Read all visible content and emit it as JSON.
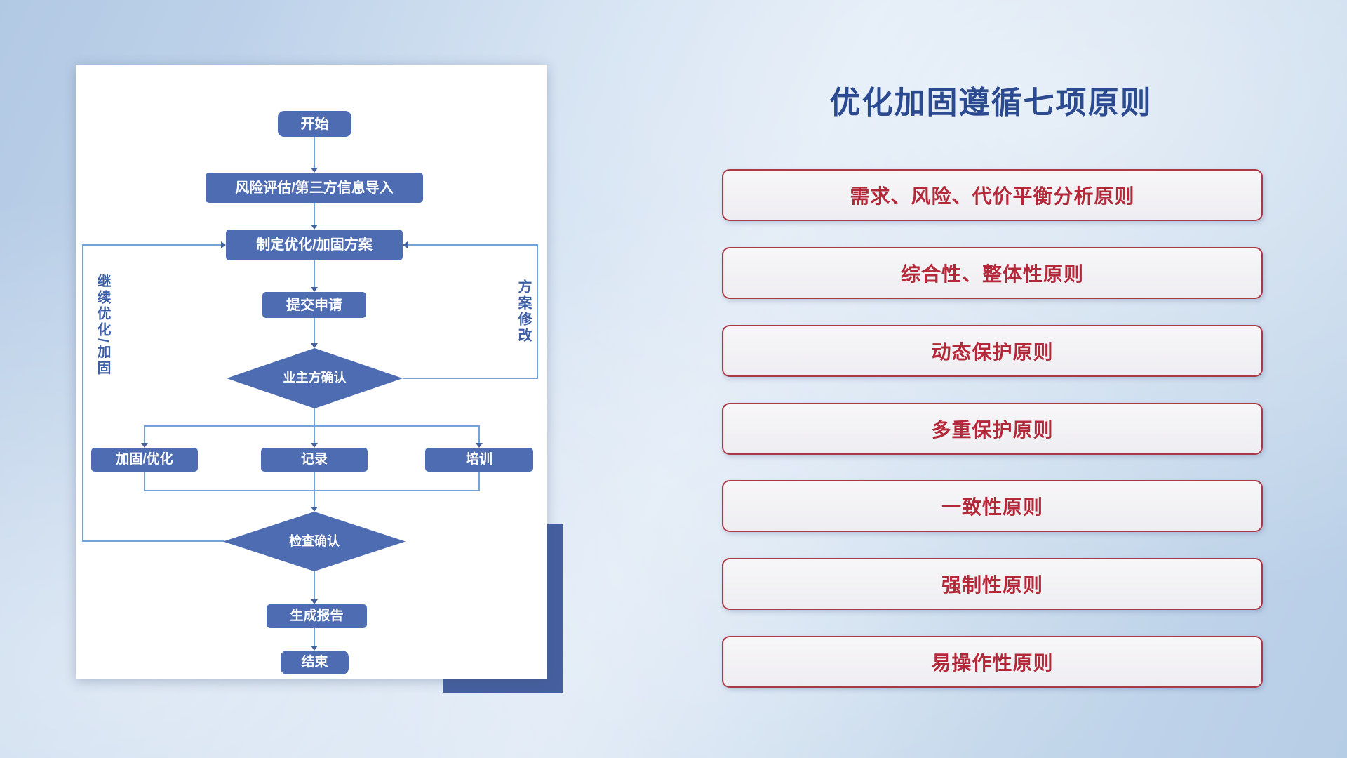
{
  "slide": {
    "title": "优化加固遵循七项原则"
  },
  "flowchart": {
    "nodes": {
      "start": "开始",
      "risk_assessment": "风险评估/第三方信息导入",
      "make_plan": "制定优化/加固方案",
      "submit_request": "提交申请",
      "owner_confirm": "业主方确认",
      "reinforce_optimize": "加固/优化",
      "record": "记录",
      "training": "培训",
      "check_confirm": "检查确认",
      "generate_report": "生成报告",
      "end": "结束"
    },
    "edge_labels": {
      "continue_optimize": "继续优化/加固",
      "plan_revision": "方案修改"
    }
  },
  "principles": [
    "需求、风险、代价平衡分析原则",
    "综合性、整体性原则",
    "动态保护原则",
    "多重保护原则",
    "一致性原则",
    "强制性原则",
    "易操作性原则"
  ],
  "colors": {
    "background": "#c3d6ea",
    "panel": "#ffffff",
    "panel_shadow_block": "#46609f",
    "node_fill": "#4e6cb2",
    "node_text": "#ffffff",
    "connector": "#74a3da",
    "arrow": "#44619d",
    "title_text": "#2b4a8f",
    "principle_text": "#b3293a",
    "principle_border": "#a83a47",
    "principle_fill": "#f2f1f4"
  }
}
